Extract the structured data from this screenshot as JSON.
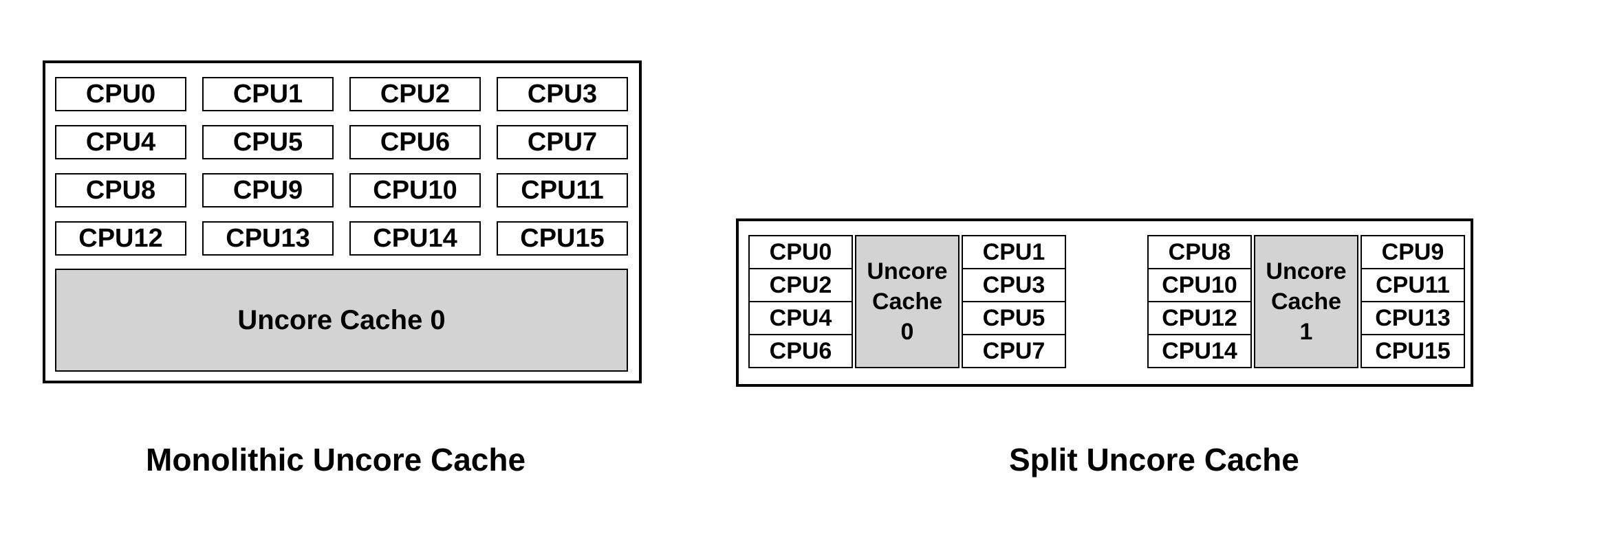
{
  "figure": {
    "background": "#ffffff",
    "colors": {
      "line": "#000000",
      "text": "#000000",
      "cpu_fill": "#ffffff",
      "cache_fill": "#d3d3d3"
    }
  },
  "monolithic": {
    "caption": "Monolithic Uncore Cache",
    "cache_label": "Uncore Cache 0",
    "cpus": [
      "CPU0",
      "CPU1",
      "CPU2",
      "CPU3",
      "CPU4",
      "CPU5",
      "CPU6",
      "CPU7",
      "CPU8",
      "CPU9",
      "CPU10",
      "CPU11",
      "CPU12",
      "CPU13",
      "CPU14",
      "CPU15"
    ]
  },
  "split": {
    "caption": "Split Uncore Cache",
    "groups": [
      {
        "cache_label": "Uncore\nCache\n0",
        "left_cpus": [
          "CPU0",
          "CPU2",
          "CPU4",
          "CPU6"
        ],
        "right_cpus": [
          "CPU1",
          "CPU3",
          "CPU5",
          "CPU7"
        ]
      },
      {
        "cache_label": "Uncore\nCache\n1",
        "left_cpus": [
          "CPU8",
          "CPU10",
          "CPU12",
          "CPU14"
        ],
        "right_cpus": [
          "CPU9",
          "CPU11",
          "CPU13",
          "CPU15"
        ]
      }
    ]
  }
}
